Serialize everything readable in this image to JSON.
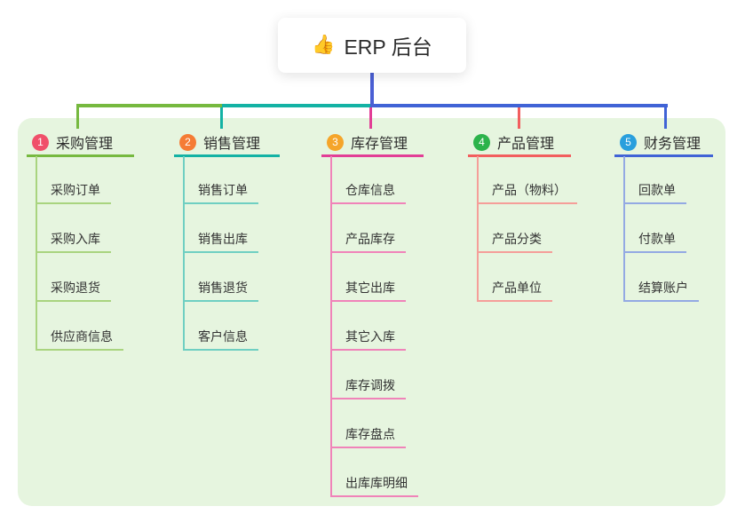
{
  "root": {
    "icon": "👍",
    "title": "ERP 后台"
  },
  "colors": {
    "canvas_bg": "#ffffff",
    "panel_bg": "#e6f5df",
    "root_line": "#4a5fd4",
    "text_dark": "#2d2d2d"
  },
  "branches": [
    {
      "num": "1",
      "label": "采购管理",
      "badge_color": "#f0506a",
      "line_color": "#76b93f",
      "child_line_color": "#a9d47f",
      "children": [
        "采购订单",
        "采购入库",
        "采购退货",
        "供应商信息"
      ]
    },
    {
      "num": "2",
      "label": "销售管理",
      "badge_color": "#f57c35",
      "line_color": "#13b2a4",
      "child_line_color": "#6fcfc2",
      "children": [
        "销售订单",
        "销售出库",
        "销售退货",
        "客户信息"
      ]
    },
    {
      "num": "3",
      "label": "库存管理",
      "badge_color": "#f5a52a",
      "line_color": "#e23e96",
      "child_line_color": "#f083b9",
      "children": [
        "仓库信息",
        "产品库存",
        "其它出库",
        "其它入库",
        "库存调拨",
        "库存盘点",
        "出库库明细"
      ]
    },
    {
      "num": "4",
      "label": "产品管理",
      "badge_color": "#2cb34b",
      "line_color": "#f25e5e",
      "child_line_color": "#f59e99",
      "children": [
        "产品（物料）",
        "产品分类",
        "产品单位"
      ]
    },
    {
      "num": "5",
      "label": "财务管理",
      "badge_color": "#299fdd",
      "line_color": "#4063d6",
      "child_line_color": "#93a9e3",
      "children": [
        "回款单",
        "付款单",
        "结算账户"
      ]
    }
  ]
}
